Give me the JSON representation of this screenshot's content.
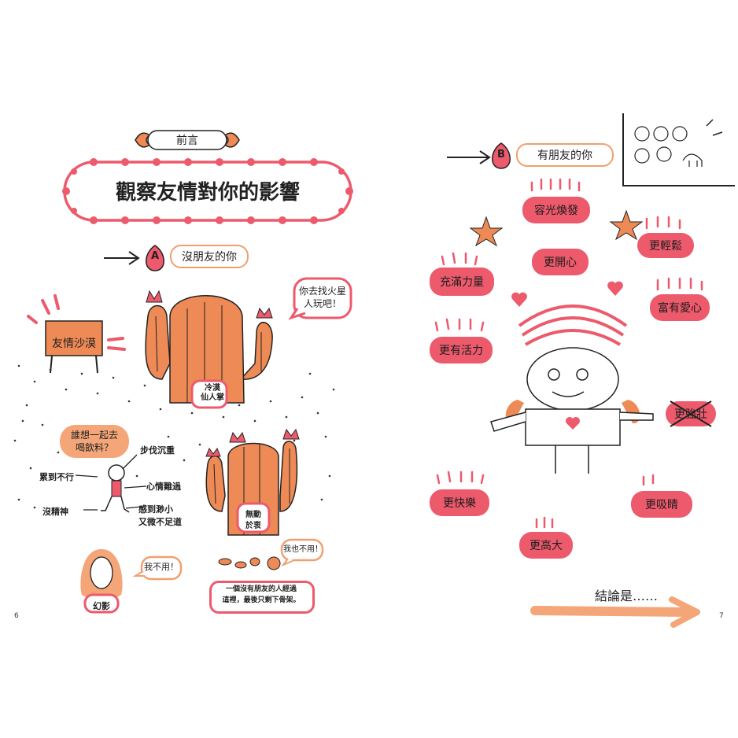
{
  "left": {
    "preface_label": "前言",
    "title": "觀察友情對你的影響",
    "section_a": {
      "badge": "A",
      "label": "沒朋友的你"
    },
    "desert_sign": "友情沙漠",
    "cactus_big_label": "冷漠\n仙人掌",
    "speech_mars": "你去找火星\n人玩吧！",
    "speech_drink": "誰想一起去\n喝飲料？",
    "annotations": {
      "heavy_steps": "步伐沉重",
      "extreme_bad": "累到不行",
      "sad_mood": "心情難過",
      "no_energy": "沒精神",
      "feel_small": "感到渺小\n又微不足道"
    },
    "cactus_small_label": "無動\n於衷",
    "speech_no_need": "我不用！",
    "speech_me_neither": "我也不用！",
    "phantom_label": "幻影",
    "footnote": "一個沒有朋友的人經過\n這裡，最後只剩下骨架。",
    "page_number": "6"
  },
  "right": {
    "section_b": {
      "badge": "B",
      "label": "有朋友的你"
    },
    "traits": [
      {
        "label": "容光煥發"
      },
      {
        "label": "更開心"
      },
      {
        "label": "更輕鬆"
      },
      {
        "label": "充滿力量"
      },
      {
        "label": "富有愛心"
      },
      {
        "label": "更有活力"
      },
      {
        "label": "更強壯"
      },
      {
        "label": "更快樂"
      },
      {
        "label": "更吸睛"
      },
      {
        "label": "更高大"
      }
    ],
    "conclusion": "結論是……",
    "page_number": "7"
  },
  "colors": {
    "pink": "#ec5a6c",
    "orange": "#ee8a55",
    "light_orange": "#f4a679",
    "dark": "#222222"
  }
}
